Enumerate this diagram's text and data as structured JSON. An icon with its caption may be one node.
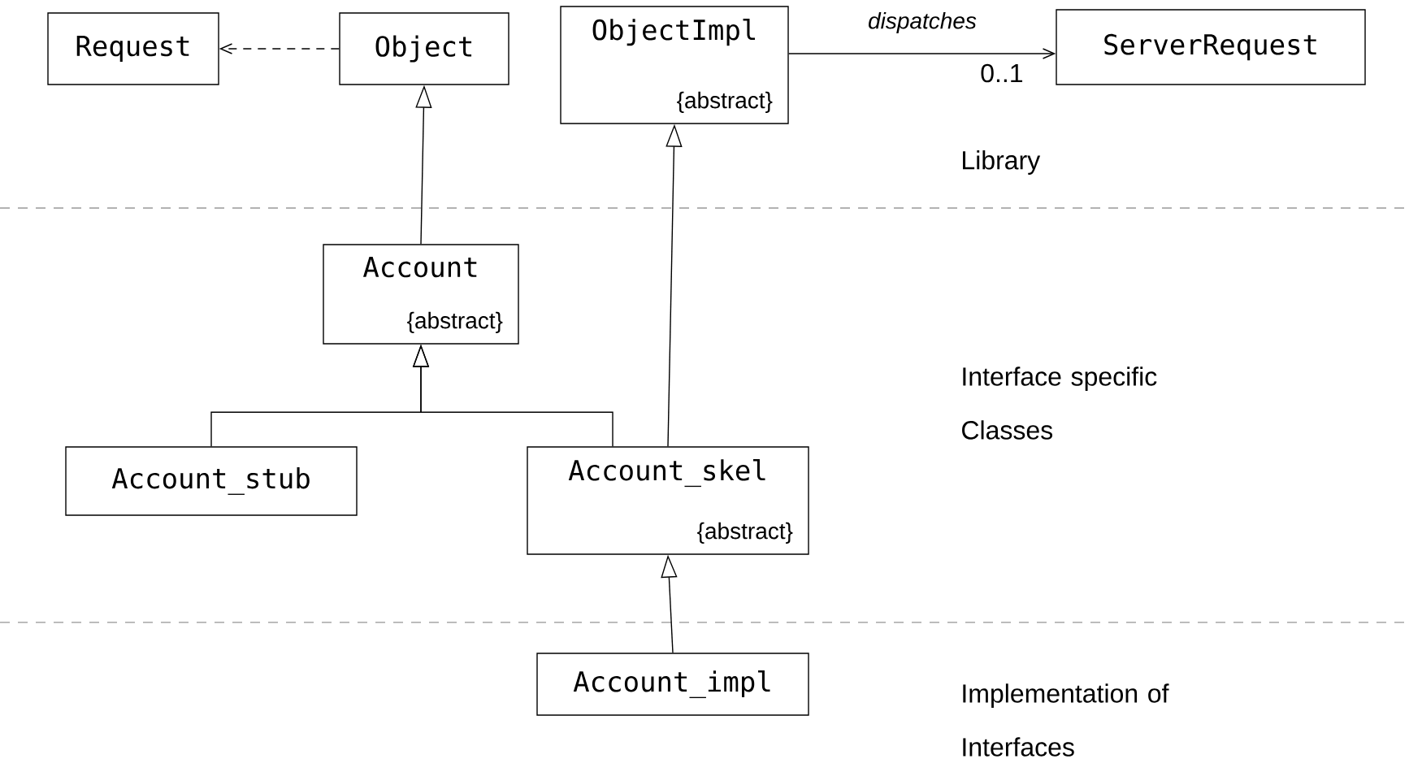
{
  "diagram": {
    "nodes": [
      {
        "text": [
          "Request"
        ]
      },
      {
        "text": [
          "Object"
        ]
      },
      {
        "text": [
          "ObjectImpl",
          "{abstract}"
        ]
      },
      {
        "text": [
          "ServerRequest"
        ]
      },
      {
        "text": [
          "Account",
          "{abstract}"
        ]
      },
      {
        "text": [
          "Account_stub"
        ]
      },
      {
        "text": [
          "Account_skel",
          "{abstract}"
        ]
      },
      {
        "text": [
          "Account_impl"
        ]
      }
    ],
    "edges": [
      {
        "from": 1,
        "to": 0,
        "arrow": "to",
        "style": "dashed"
      },
      {
        "from": 2,
        "to": 3,
        "arrow": "to",
        "label": "dispatches"
      },
      {
        "from": 4,
        "to": 1,
        "arrow": "to"
      },
      {
        "from": 5,
        "to": 4,
        "arrow": "to"
      },
      {
        "from": 6,
        "to": 4,
        "arrow": "to"
      },
      {
        "from": 6,
        "to": 2,
        "arrow": "to"
      },
      {
        "from": 7,
        "to": 6,
        "arrow": "to"
      }
    ],
    "labels": [
      "0..1",
      "Library",
      "Interface specific Classes",
      "Implementation of Interfaces"
    ]
  }
}
